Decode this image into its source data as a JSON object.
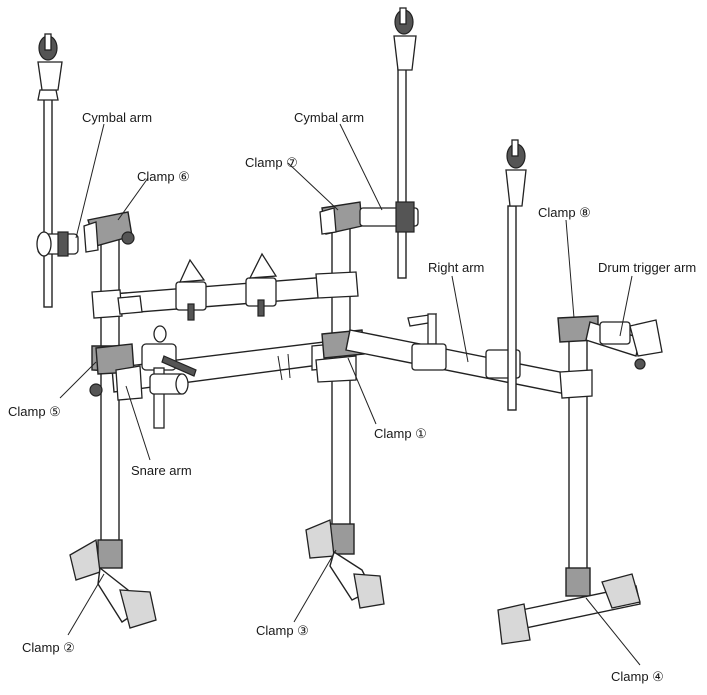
{
  "labels": {
    "cymbal_arm_left": "Cymbal arm",
    "cymbal_arm_center": "Cymbal arm",
    "clamp_6": "Clamp ⑥",
    "clamp_7": "Clamp ⑦",
    "clamp_8": "Clamp ⑧",
    "right_arm": "Right arm",
    "drum_trigger_arm": "Drum trigger arm",
    "clamp_5": "Clamp ⑤",
    "clamp_1": "Clamp ①",
    "snare_arm": "Snare arm",
    "clamp_2": "Clamp ②",
    "clamp_3": "Clamp ③",
    "clamp_4": "Clamp ④"
  }
}
